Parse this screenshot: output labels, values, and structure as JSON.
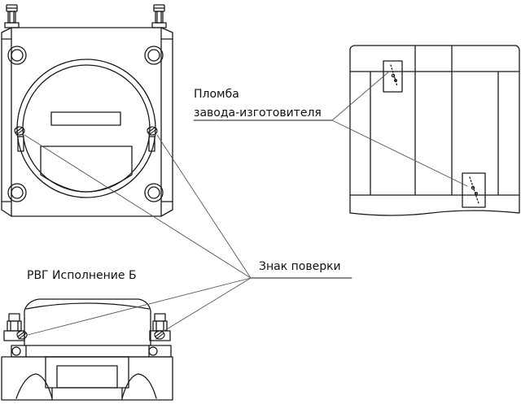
{
  "labels": {
    "seal_line1": "Пломба",
    "seal_line2": "завода-изготовителя",
    "verification_mark": "Знак поверки",
    "variant": "РВГ  Исполнение Б"
  },
  "icons": {
    "mark": "hatched-seal-mark",
    "seal": "dotted-seal-plate"
  },
  "colors": {
    "line": "#1a1a1a",
    "leader": "#555555"
  }
}
